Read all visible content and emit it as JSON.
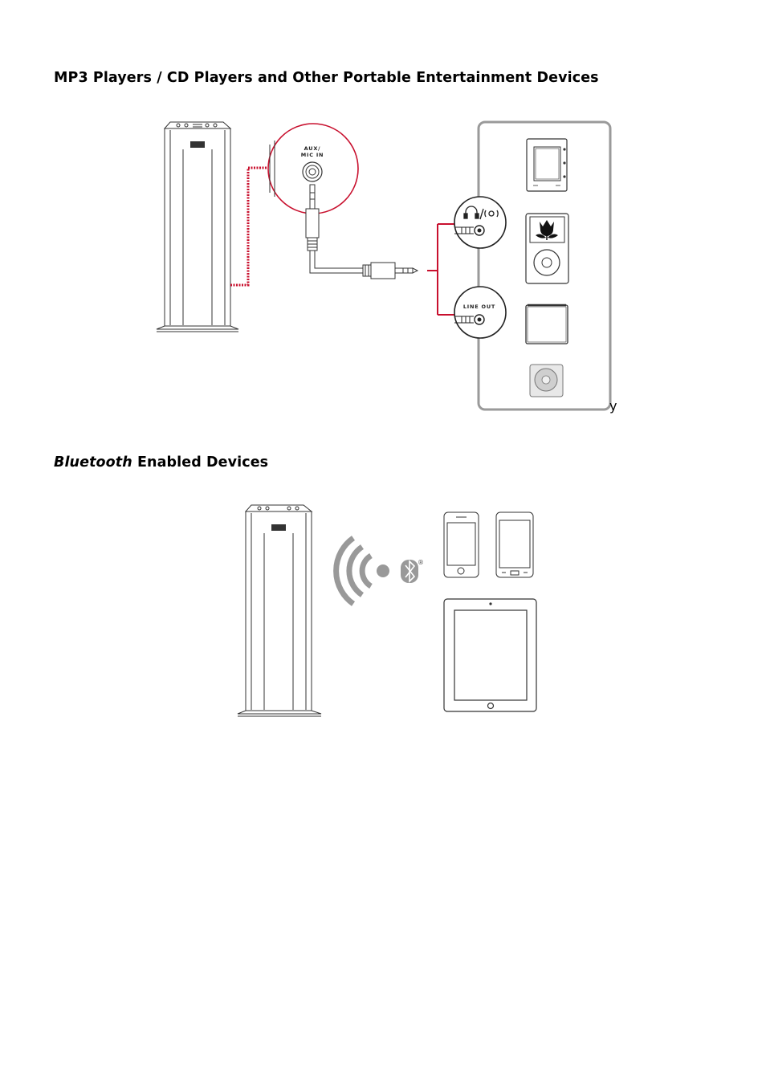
{
  "section1": {
    "heading": "MP3 Players / CD Players and Other Portable Entertainment Devices",
    "aux_label_line1": "AUX/",
    "aux_label_line2": "MIC IN",
    "line_out_label": "LINE OUT",
    "stray_char": "y"
  },
  "section2": {
    "heading_italic": "Bluetooth",
    "heading_rest": " Enabled Devices",
    "registered_mark": "®"
  },
  "colors": {
    "accent_red": "#c8102e",
    "device_gray": "#9a9a9a",
    "line_dark": "#333333"
  },
  "icons": [
    "speaker-tower-icon",
    "aux-jack-icon",
    "headphone-icon",
    "mp3-player-icon",
    "ipod-classic-icon",
    "ipod-nano-icon",
    "ipod-shuffle-icon",
    "wireless-signal-icon",
    "bluetooth-icon",
    "smartphone-icon",
    "tablet-icon"
  ]
}
